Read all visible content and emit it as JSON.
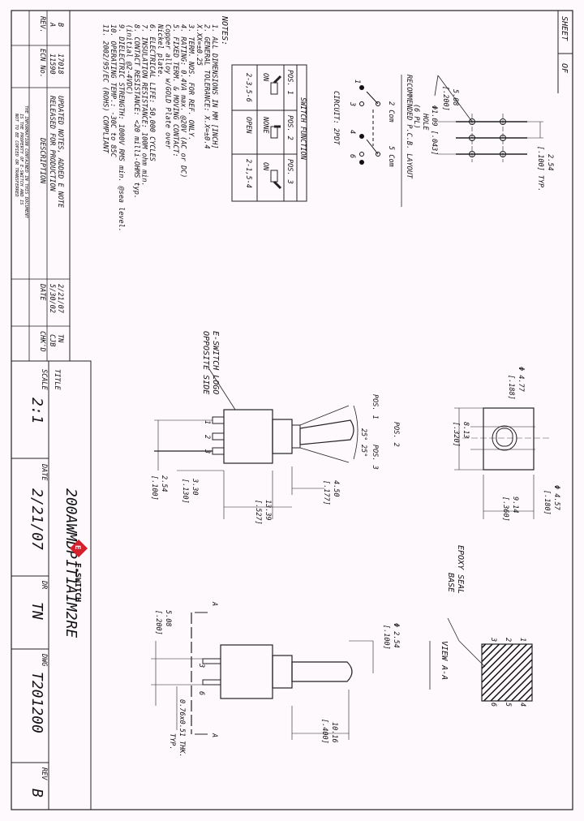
{
  "sheet_label": "SHEET",
  "sheet_of": "OF",
  "notes": {
    "heading": "NOTES:",
    "items": [
      "1.  ALL DIMENSIONS IN MM [INCH]",
      "2.  GENERAL TOLERANCE: X.X=±0.4",
      "                       X.XX=±0.25",
      "3.  TERM. NOS. FOR REF. ONLY.",
      "4.  RATING: 0.4VA max. @20V (AC or DC)",
      "5.  FIXED TERM. & MOVING CONTACT:",
      "       Copper alloy w/GOLD Plate over",
      "       Nickel plate.",
      "6.  ELECTRICAL LIFE: 50,000 CYCLES",
      "7.  INSULATION RESISTANCE: 100M ohm min.",
      "8.  CONTACT RESISTANCE: <20 milli-OHMS typ.",
      "       (initial @2-4VDC)",
      "9.  DIELECTRIC STRENGTH: 1000V RMS min. @sea level.",
      "10. OPERATING TEMP.: -30C to 85C",
      "11. 2002/95/EC (ROHS) COMPLIANT"
    ]
  },
  "switch_function": {
    "title": "SWITCH FUNCTION",
    "headers": [
      "POS. 1",
      "POS. 2",
      "POS. 3"
    ],
    "row1": [
      "ON",
      "NONE",
      "ON"
    ],
    "row2": [
      "2-3,5-6",
      "OPEN",
      "2-1,5-4"
    ]
  },
  "circuit": {
    "title": "CIRCUIT: 2PDT",
    "labels": [
      "1",
      "2 Com",
      "3",
      "4",
      "5 Com",
      "6"
    ]
  },
  "pcb": {
    "title": "RECOMMENDED P.C.B. LAYOUT",
    "hole": [
      "Φ1.09 [.043]",
      "HOLE",
      "(6 PL)"
    ],
    "pitch": [
      "2.54",
      "[.100] TYP."
    ],
    "row_pitch": [
      "5.08",
      "[.200]"
    ]
  },
  "revisions": {
    "headers": [
      "REV.",
      "ECN No.",
      "DESCRIPTION",
      "DATE",
      "CHK'D"
    ],
    "rows": [
      [
        "B",
        "17018",
        "UPDATED NOTES, ADDED E NOTE",
        "2/21/07",
        "TN"
      ],
      [
        "A",
        "11590",
        "RELEASED FOR PRODUCTION",
        "5/30/02",
        "CJB"
      ]
    ]
  },
  "disclaimer": [
    "THE INFORMATION CONTAINED IN THIS DOCUMENT",
    "IS THE PROPERTY OF E-SWITCH AND IS",
    "NOT TO BE COPIED OR TRANSFERRED"
  ],
  "title_block": {
    "title_label": "TITLE",
    "title": "200AWMDP1T1A1M2RE",
    "scale_label": "SCALE",
    "scale": "2:1",
    "date_label": "DATE",
    "date": "2/21/07",
    "dr_label": "DR",
    "drawn_by": "TN",
    "dwg_label": "DWG",
    "dwg_no": "T201200",
    "rev_label": "REV",
    "rev": "B",
    "logo_text": "E-SWITCH"
  },
  "side_view": {
    "logo_note": [
      "E-SWITCH LOGO",
      "OPPOSITE SIDE"
    ],
    "pos_labels": [
      "POS. 1",
      "POS. 2",
      "POS. 3"
    ],
    "angle": "25°",
    "angle2": "25°",
    "terms": [
      "1",
      "2",
      "3"
    ],
    "dim_a": [
      "4.50",
      "[.177]"
    ],
    "dim_b": [
      "13.39",
      "[.527]"
    ],
    "dim_c": [
      "3.30",
      "[.130]"
    ],
    "dim_d": [
      "2.54",
      "[.100]"
    ]
  },
  "front_view": {
    "dim_a": [
      "Φ 4.77",
      "[.188]"
    ],
    "dim_b": [
      "8.13",
      "[.320]"
    ],
    "dim_c": [
      "9.14",
      "[.360]"
    ],
    "dim_d": [
      "Φ 4.57",
      "[.180]"
    ]
  },
  "bottom_view": {
    "section_mark": "A",
    "dim_a": [
      "Φ 2.54",
      "[.100]"
    ],
    "dim_b": [
      "5.08",
      "[.200]"
    ],
    "dim_c": [
      "10.16",
      "[.400]"
    ],
    "dim_d": [
      "0.76x0.51 THK.",
      "TYP."
    ],
    "terms": [
      "3",
      "6"
    ]
  },
  "view_aa": {
    "title": "VIEW A-A",
    "epoxy": [
      "EPOXY SEAL",
      "BASE"
    ],
    "terms": [
      "3",
      "2",
      "1",
      "6",
      "5",
      "4"
    ]
  }
}
